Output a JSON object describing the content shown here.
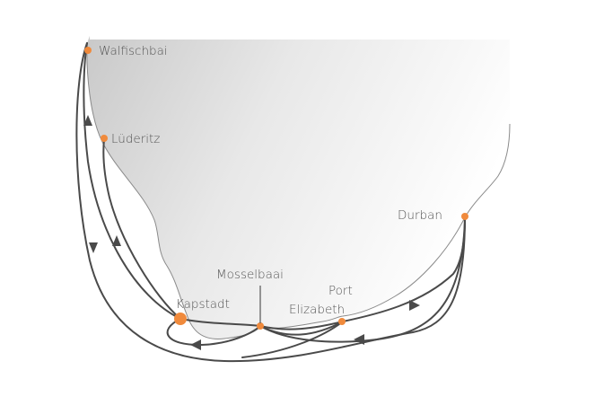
{
  "map": {
    "accent_color": "#f08a3c",
    "route_color": "#4a4a4a",
    "land_color": "#e0e0e0",
    "ports": [
      {
        "id": "walfischbai",
        "name": "Walfischbai",
        "size": "small"
      },
      {
        "id": "luderitz",
        "name": "Lüderitz",
        "size": "small"
      },
      {
        "id": "kapstadt",
        "name": "Kapstadt",
        "size": "large"
      },
      {
        "id": "mosselbaai",
        "name": "Mosselbaai",
        "size": "small"
      },
      {
        "id": "port-elizabeth",
        "name_line1": "Port",
        "name_line2": "Elizabeth",
        "size": "small"
      },
      {
        "id": "durban",
        "name": "Durban",
        "size": "small"
      }
    ]
  }
}
